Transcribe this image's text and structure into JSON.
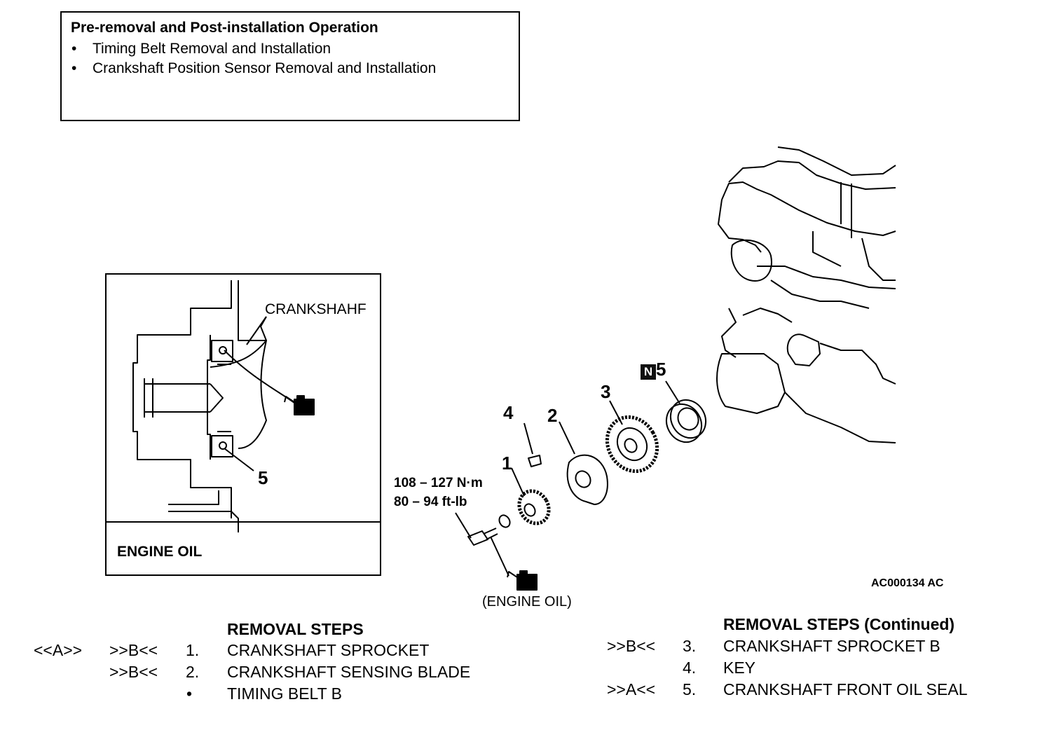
{
  "pre_operation": {
    "title": "Pre-removal and Post-installation Operation",
    "items": [
      "Timing Belt Removal and Installation",
      "Crankshaft Position Sensor Removal and Installation"
    ]
  },
  "inset": {
    "crankshaft_label": "CRANKSHAHF",
    "seal_callout": "5",
    "caption": "ENGINE OIL"
  },
  "diagram": {
    "callouts": [
      "1",
      "2",
      "3",
      "4",
      "5"
    ],
    "new_part_badge": "N",
    "torque_nm": "108 – 127 N·m",
    "torque_ftlb": "80 – 94 ft-lb",
    "engine_oil_label": "(ENGINE OIL)",
    "figure_code": "AC000134 AC"
  },
  "removal_steps": {
    "heading": "REMOVAL STEPS",
    "rows": [
      {
        "tag1": "<<A>>",
        "tag2": ">>B<<",
        "num": "1.",
        "name": "CRANKSHAFT SPROCKET"
      },
      {
        "tag1": "",
        "tag2": ">>B<<",
        "num": "2.",
        "name": "CRANKSHAFT SENSING BLADE"
      },
      {
        "tag1": "",
        "tag2": "",
        "num": "•",
        "name": "TIMING BELT B"
      }
    ]
  },
  "removal_steps_continued": {
    "heading": "REMOVAL STEPS (Continued)",
    "rows": [
      {
        "tag": ">>B<<",
        "num": "3.",
        "name": "CRANKSHAFT SPROCKET B"
      },
      {
        "tag": "",
        "num": "4.",
        "name": "KEY"
      },
      {
        "tag": ">>A<<",
        "num": "5.",
        "name": "CRANKSHAFT FRONT OIL SEAL"
      }
    ]
  },
  "icons": [
    "oil-can-icon",
    "new-part-icon"
  ]
}
